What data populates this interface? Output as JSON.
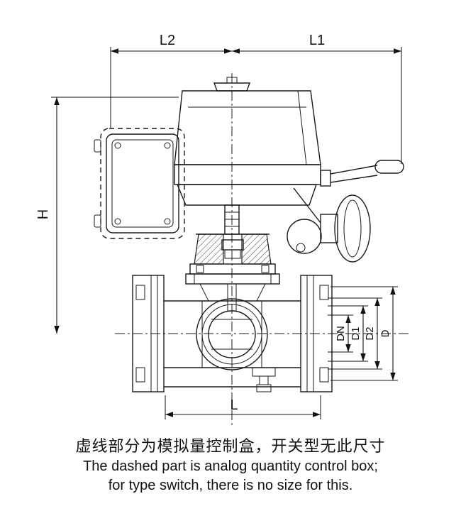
{
  "drawing": {
    "title": "flanged ball valve with electric actuator - dimensional drawing",
    "dimensions": {
      "L2": "L2",
      "L1": "L1",
      "H": "H",
      "L": "L",
      "DN": "DN",
      "D1": "D1",
      "D2": "D2",
      "D": "D"
    }
  },
  "caption": {
    "zh": "虚线部分为模拟量控制盒，开关型无此尺寸",
    "en_line1": "The dashed part is analog quantity control box;",
    "en_line2": "for type switch, there is no size for this."
  },
  "colors": {
    "line": "#1a1a1a",
    "background": "#ffffff"
  }
}
